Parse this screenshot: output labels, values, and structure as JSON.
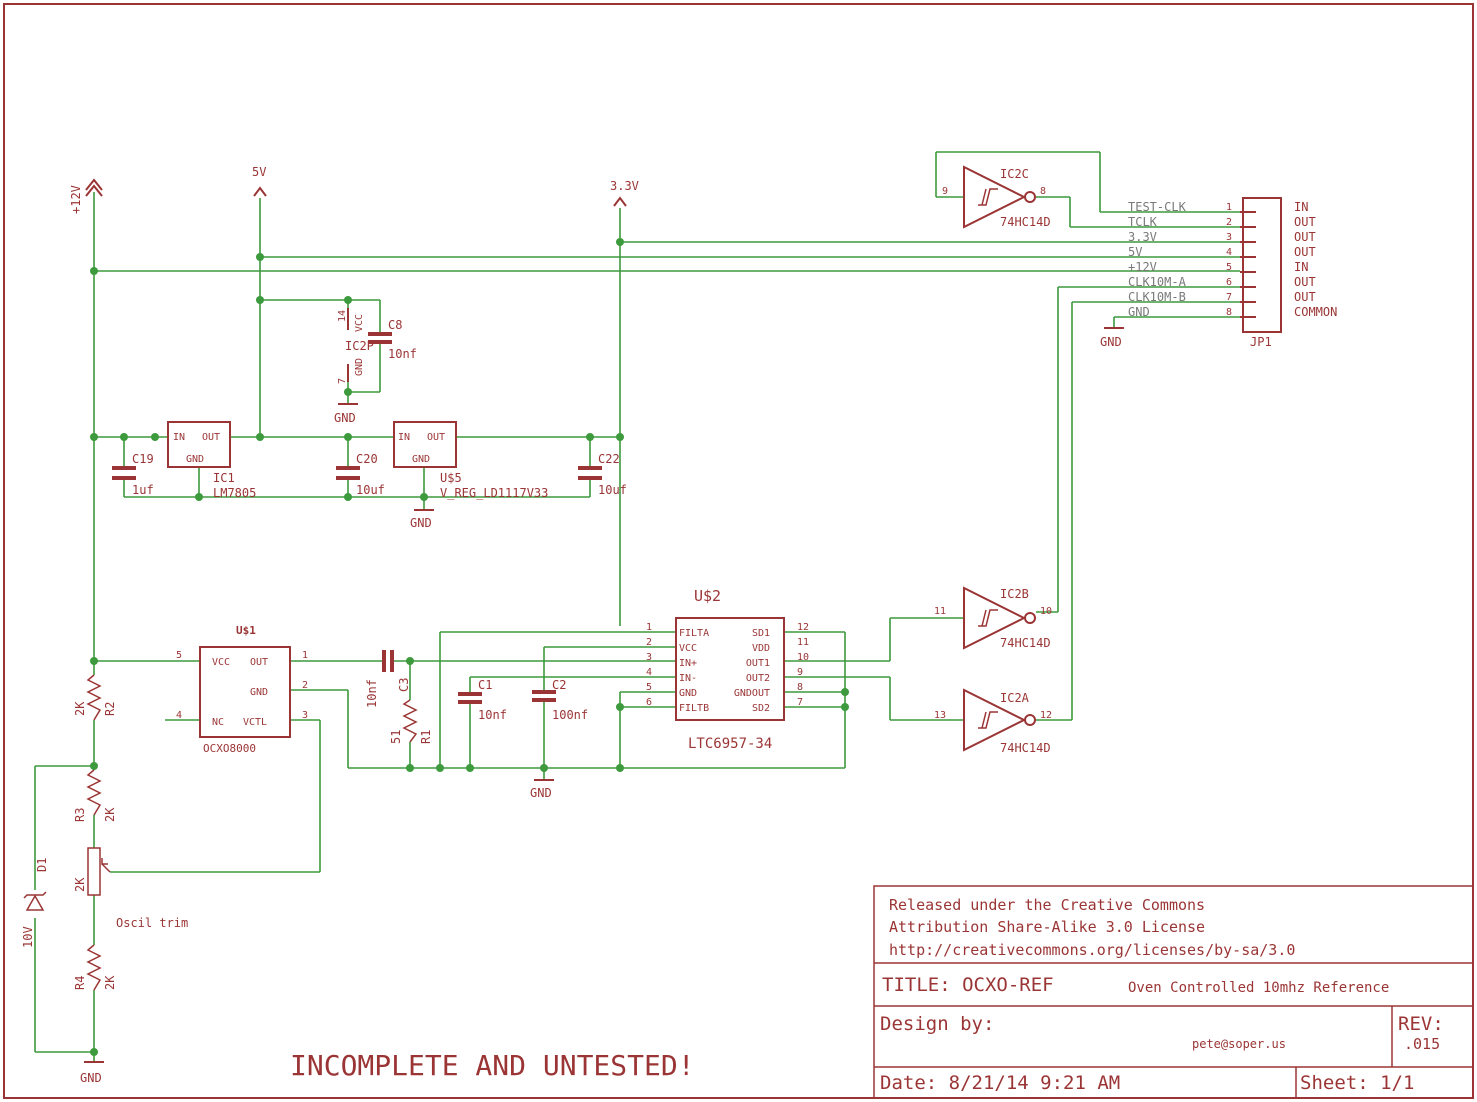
{
  "title_block": {
    "license": [
      "Released under the Creative Commons",
      "Attribution Share-Alike 3.0 License",
      "http://creativecommons.org/licenses/by-sa/3.0"
    ],
    "title": "TITLE: OCXO-REF",
    "description": "Oven Controlled 10mhz Reference",
    "design_by": "Design by:",
    "email": "pete@soper.us",
    "rev_label": "REV:",
    "rev_value": ".015",
    "date": "Date: 8/21/14 9:21 AM",
    "sheet": "Sheet: 1/1"
  },
  "warning": "INCOMPLETE AND UNTESTED!",
  "supplies": {
    "v12": "+12V",
    "v5": "5V",
    "v33": "3.3V",
    "gnd": "GND"
  },
  "jp1": {
    "name": "JP1",
    "pins": [
      {
        "num": "1",
        "signal": "TEST-CLK",
        "dir": "IN"
      },
      {
        "num": "2",
        "signal": "TCLK",
        "dir": "OUT"
      },
      {
        "num": "3",
        "signal": "3.3V",
        "dir": "OUT"
      },
      {
        "num": "4",
        "signal": "5V",
        "dir": "OUT"
      },
      {
        "num": "5",
        "signal": "+12V",
        "dir": "IN"
      },
      {
        "num": "6",
        "signal": "CLK10M-A",
        "dir": "OUT"
      },
      {
        "num": "7",
        "signal": "CLK10M-B",
        "dir": "OUT"
      },
      {
        "num": "8",
        "signal": "GND",
        "dir": "COMMON"
      }
    ]
  },
  "ic1": {
    "name": "IC1",
    "value": "LM7805",
    "in": "IN",
    "out": "OUT",
    "gnd": "GND"
  },
  "u5": {
    "name": "U$5",
    "value": "V_REG_LD1117V33",
    "in": "IN",
    "out": "OUT",
    "gnd": "GND"
  },
  "caps": {
    "c19": {
      "name": "C19",
      "value": "1uf"
    },
    "c20": {
      "name": "C20",
      "value": "10uf"
    },
    "c22": {
      "name": "C22",
      "value": "10uf"
    },
    "c8": {
      "name": "C8",
      "value": "10nf"
    },
    "c3": {
      "name": "C3",
      "value": "10nf"
    },
    "c1": {
      "name": "C1",
      "value": "10nf"
    },
    "c2": {
      "name": "C2",
      "value": "100nf"
    }
  },
  "ic2p": {
    "name": "IC2P",
    "vcc": "VCC",
    "gnd": "GND",
    "pin_vcc": "14",
    "pin_gnd": "7"
  },
  "inverters": {
    "ic2c": {
      "name": "IC2C",
      "value": "74HC14D",
      "in": "9",
      "out": "8"
    },
    "ic2b": {
      "name": "IC2B",
      "value": "74HC14D",
      "in": "11",
      "out": "10"
    },
    "ic2a": {
      "name": "IC2A",
      "value": "74HC14D",
      "in": "13",
      "out": "12"
    }
  },
  "u1": {
    "name": "U$1",
    "value": "OCXO8000",
    "pins_left": [
      {
        "num": "5",
        "label": "VCC"
      },
      {
        "num": "4",
        "label": "NC"
      }
    ],
    "pins_right": [
      {
        "num": "1",
        "label": "OUT"
      },
      {
        "num": "2",
        "label": "GND"
      },
      {
        "num": "3",
        "label": "VCTL"
      }
    ]
  },
  "u2": {
    "name": "U$2",
    "value": "LTC6957-34",
    "left": [
      {
        "num": "1",
        "label": "FILTA"
      },
      {
        "num": "2",
        "label": "VCC"
      },
      {
        "num": "3",
        "label": "IN+"
      },
      {
        "num": "4",
        "label": "IN-"
      },
      {
        "num": "5",
        "label": "GND"
      },
      {
        "num": "6",
        "label": "FILTB"
      }
    ],
    "right": [
      {
        "num": "12",
        "label": "SD1"
      },
      {
        "num": "11",
        "label": "VDD"
      },
      {
        "num": "10",
        "label": "OUT1"
      },
      {
        "num": "9",
        "label": "OUT2"
      },
      {
        "num": "8",
        "label": "GNDOUT"
      },
      {
        "num": "7",
        "label": "SD2"
      }
    ]
  },
  "resistors": {
    "r1": {
      "name": "R1",
      "value": "51"
    },
    "r2": {
      "name": "R2",
      "value": "2K"
    },
    "r3": {
      "name": "R3",
      "value": "2K"
    },
    "r4": {
      "name": "R4",
      "value": "2K"
    },
    "pot": {
      "value": "2K",
      "label": "Oscil trim"
    }
  },
  "d1": {
    "name": "D1",
    "value": "10V"
  }
}
